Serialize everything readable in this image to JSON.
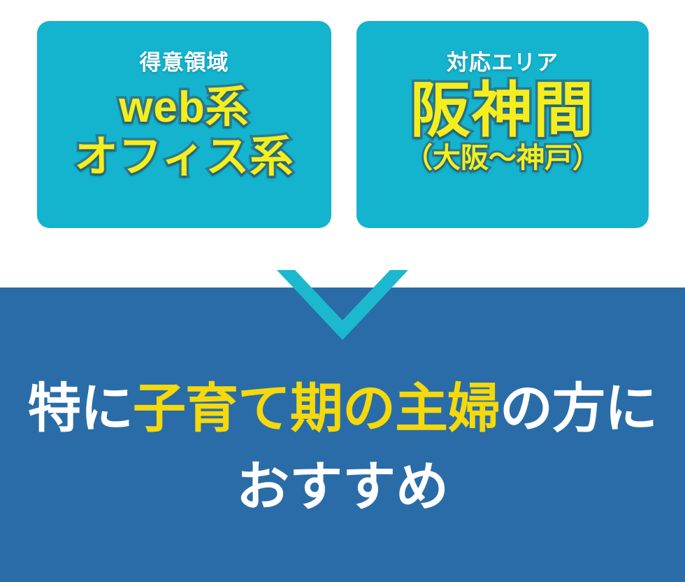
{
  "theme": {
    "page_bg": "#ffffff",
    "card_bg": "#14b3ce",
    "card_outline_text": "#2d7a8f",
    "accent_yellow": "#f5ee1e",
    "bottom_bg": "#2a6ca7",
    "bottom_yellow": "#f5d90a",
    "white": "#ffffff",
    "arrow_color": "#1bb8cf"
  },
  "cards": [
    {
      "id": "specialty",
      "heading": "得意領域",
      "lines": [
        "web系",
        "オフィス系"
      ]
    },
    {
      "id": "service-area",
      "heading": "対応エリア",
      "lines": [
        "阪神間",
        "（大阪〜神戸）"
      ]
    }
  ],
  "arrow": {
    "icon": "chevron-down-icon"
  },
  "closing": {
    "line1_segments": [
      {
        "text": "特に",
        "color": "white"
      },
      {
        "text": "子育て期の主婦",
        "color": "yellow"
      },
      {
        "text": "の方に",
        "color": "white"
      }
    ],
    "line2": "おすすめ"
  }
}
